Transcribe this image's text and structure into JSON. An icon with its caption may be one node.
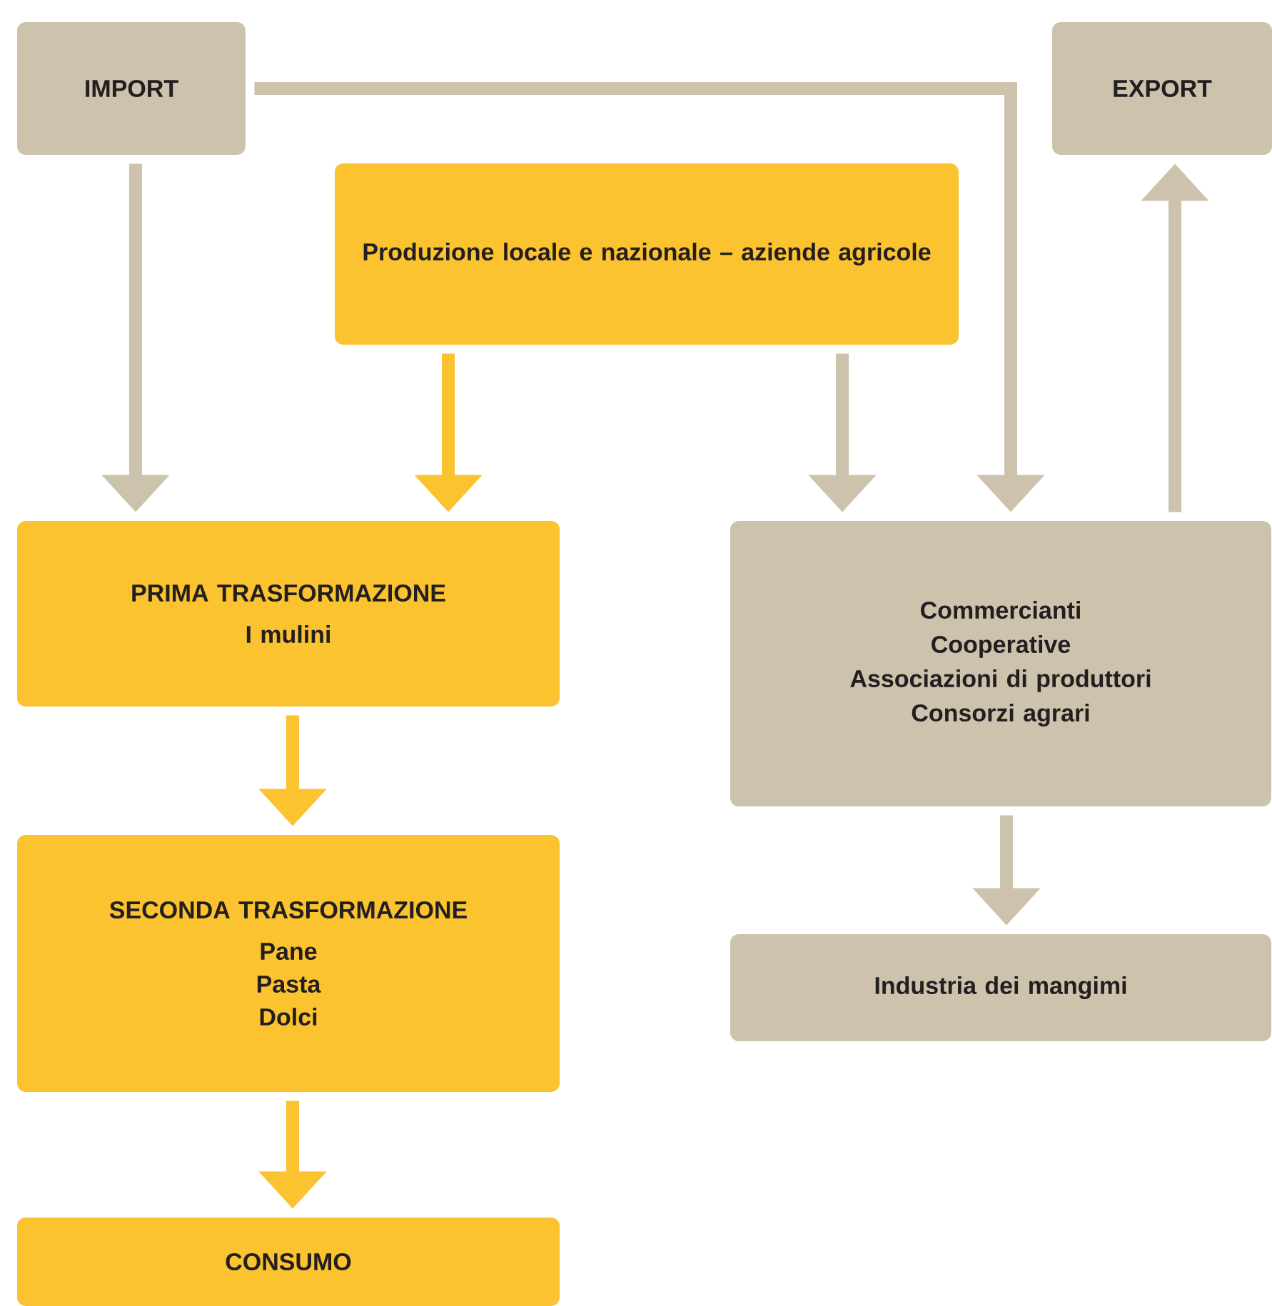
{
  "diagram": {
    "nodes": [
      {
        "text": [
          "IMPORT"
        ]
      },
      {
        "text": [
          "EXPORT"
        ]
      },
      {
        "text": [
          "Produzione locale e nazionale – aziende agricole"
        ]
      },
      {
        "text": [
          "PRIMA TRASFORMAZIONE",
          "I mulini"
        ]
      },
      {
        "text": [
          "Commercianti",
          "Cooperative",
          "Associazioni di produttori",
          "Consorzi agrari"
        ]
      },
      {
        "text": [
          "SECONDA TRASFORMAZIONE",
          "Pane",
          "Pasta",
          "Dolci"
        ]
      },
      {
        "text": [
          "Industria dei mangimi"
        ]
      },
      {
        "text": [
          "CONSUMO"
        ]
      }
    ],
    "edges": [
      {
        "from": 0,
        "to": 3,
        "arrow": "to"
      },
      {
        "from": 2,
        "to": 3,
        "arrow": "to",
        "color": "#fcc330"
      },
      {
        "from": 2,
        "to": 4,
        "arrow": "to"
      },
      {
        "from": 0,
        "to": 4,
        "arrow": "to"
      },
      {
        "from": 4,
        "to": 1,
        "arrow": "to"
      },
      {
        "from": 3,
        "to": 5,
        "arrow": "to",
        "color": "#fcc330"
      },
      {
        "from": 4,
        "to": 6,
        "arrow": "to"
      },
      {
        "from": 5,
        "to": 7,
        "arrow": "to",
        "color": "#fcc330"
      }
    ]
  }
}
